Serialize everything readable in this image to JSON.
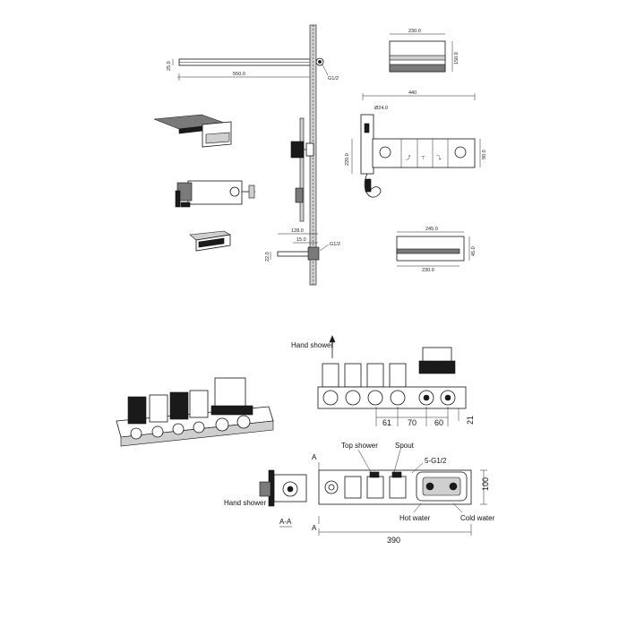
{
  "top_views": {
    "head_length": "550.0",
    "head_height": "25.0",
    "wall_thread": "G1/2",
    "shelf_width": "230.0",
    "shelf_height": "150.0",
    "box_width": "440",
    "handset_dia": "Ø24.0",
    "box_height": "220.0",
    "body_depth": "90.0",
    "spout_reach": "128.0",
    "spout_offset": "15.0",
    "spout_thread": "G1/2",
    "spout_height": "22.0",
    "tray_top_width": "245.0",
    "tray_height": "45.0",
    "tray_bottom_width": "230.0"
  },
  "bottom_views": {
    "hand_shower_arrow": "Hand shower",
    "pitch_1": "61",
    "pitch_2": "70",
    "pitch_3": "60",
    "depth": "21",
    "top_shower": "Top shower",
    "spout": "Spout",
    "threads": "5-G1/2",
    "hand_shower_side": "Hand shower",
    "section_mark": "A",
    "section_label": "A-A",
    "hot_water": "Hot water",
    "cold_water": "Cold water",
    "overall_height": "100",
    "overall_length": "390"
  }
}
